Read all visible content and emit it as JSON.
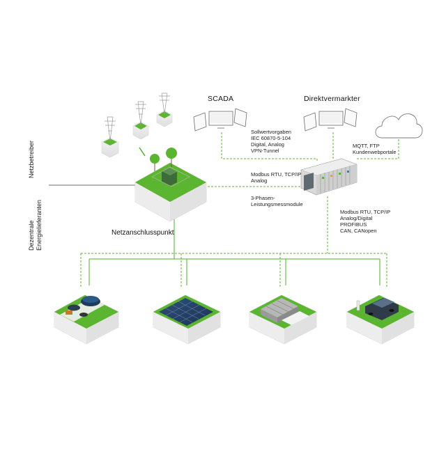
{
  "labels": {
    "scada": "SCADA",
    "direktvermarkter": "Direktvermarkter",
    "netzbetreiber": "Netzbetreiber",
    "dezentrale_line1": "Dezentrale",
    "dezentrale_line2": "Energielieferanten",
    "netzanschlusspunkt": "Netzanschlusspunkt"
  },
  "annotations": {
    "scada_link": [
      "Sollwertvorgaben",
      "IEC 60870-5-104",
      "Digital, Analog",
      "VPN-Tunnel"
    ],
    "cloud_link": [
      "MQTT, FTP",
      "Kundenwebportale"
    ],
    "substation_link": [
      "Modbus RTU, TCP/IP",
      "Analog"
    ],
    "measure_link": [
      "3-Phasen-",
      "Leistungsmessmodule"
    ],
    "field_link": [
      "Modbus RTU, TCP/IP",
      "Analog/Digital",
      "PROFIBUS",
      "CAN, CANopen"
    ]
  },
  "colors": {
    "green": "#5cb531",
    "dashed_green": "#5cb531",
    "solid_green": "#4caf2a",
    "line_gray": "#6b6b6b"
  },
  "icons": [
    "pylon-icon",
    "monitor-icon",
    "cloud-icon",
    "controller-icon",
    "substation-icon",
    "biogas-plant-icon",
    "solar-park-icon",
    "factory-icon",
    "electric-car-icon"
  ]
}
